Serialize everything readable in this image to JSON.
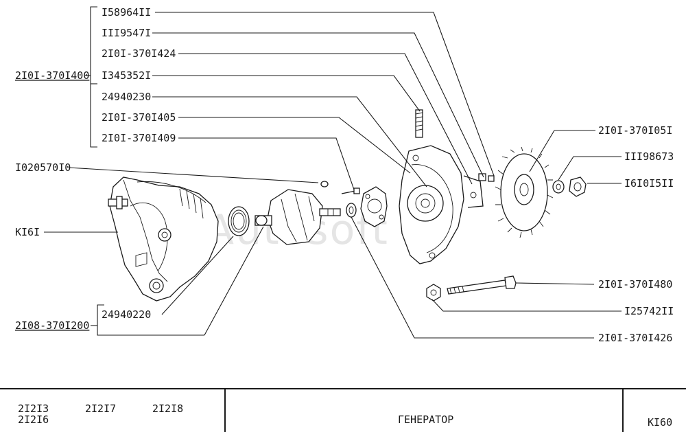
{
  "labels": {
    "p1": "I58964II",
    "p2": "III9547I",
    "p3": "2I0I-370I424",
    "p4": "I345352I",
    "p5": "24940230",
    "p6": "2I0I-370I405",
    "p7": "2I0I-370I409",
    "assy1": "2I0I-370I400",
    "p8": "I020570I0",
    "p9": "KI6I",
    "p10": "24940220",
    "assy2": "2I08-370I200",
    "r1": "2I0I-370I05I",
    "r2": "III98673",
    "r3": "I6I0I5II",
    "r4": "2I0I-370I480",
    "r5": "I25742II",
    "r6": "2I0I-370I426"
  },
  "watermark": "Autosoft",
  "titleblock": {
    "models": [
      "2I2I3",
      "2I2I7",
      "2I2I8",
      "2I2I6"
    ],
    "title": "ГЕНЕРАТОР",
    "sheet": "KI60"
  }
}
